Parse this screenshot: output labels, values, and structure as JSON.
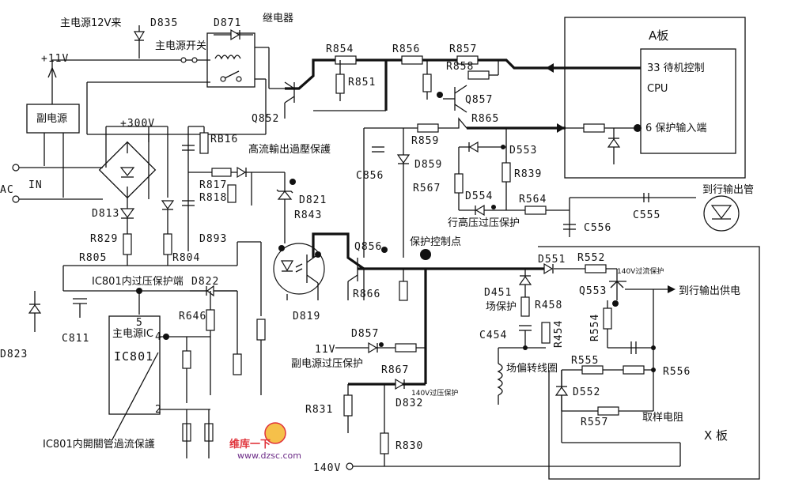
{
  "labels": {
    "main12v": "主电源12V来",
    "d835": "D835",
    "d871": "D871",
    "relay": "继电器",
    "main_switch": "主电源开关",
    "plus11v": "+11V",
    "aux_supply": "副电源",
    "plus300v": "+300V",
    "ac": "AC",
    "in": "IN",
    "r816": "RB16",
    "r817": "R817",
    "r818": "R818",
    "hv_protect": "髙流輸出過壓保護",
    "d821": "D821",
    "r843": "R843",
    "d813": "D813",
    "r829": "R829",
    "r805": "R805",
    "r804": "R804",
    "d893": "D893",
    "ic801_ovp": "IC801内过压保护端",
    "d822": "D822",
    "pin5": "5",
    "main_ic": "主电源IC",
    "pin4": "4",
    "ic801": "IC801",
    "pin2": "2",
    "r646": "R646",
    "c811": "C811",
    "d823": "D823",
    "ic801_ocp": "IC801内開關管過流保護",
    "d819": "D819",
    "r854": "R854",
    "r856": "R856",
    "r857": "R857",
    "r851": "R851",
    "r858": "R858",
    "q852": "Q852",
    "q857": "Q857",
    "r865": "R865",
    "r859": "R859",
    "c856": "C856",
    "d859": "D859",
    "d553": "D553",
    "r839": "R839",
    "r567": "R567",
    "d554": "D554",
    "r564": "R564",
    "line_hv_protect": "行高压过压保护",
    "q856": "Q856",
    "protect_point": "保护控制点",
    "r866": "R866",
    "d857": "D857",
    "eleven_v": "11V",
    "aux_ovp": "副电源过压保护",
    "r867": "R867",
    "d832": "D832",
    "ovp140": "140V过压保护",
    "r831": "R831",
    "r830": "R830",
    "v140": "140V",
    "a_board": "A板",
    "standby_pin": "33 待机控制",
    "cpu": "CPU",
    "protect_in": "6 保护输入端",
    "to_line_tube": "到行输出管",
    "c555": "C555",
    "c556": "C556",
    "d551": "D551",
    "r552": "R552",
    "ocp140": "140V过流保护",
    "q553": "Q553",
    "to_line_supply": "到行输出供电",
    "d451": "D451",
    "field_protect": "场保护",
    "r458": "R458",
    "c454": "C454",
    "r454": "R454",
    "field_coil": "场偏转线圈",
    "r554": "R554",
    "r555": "R555",
    "r556": "R556",
    "d552": "D552",
    "r557": "R557",
    "sample_resistor": "取样电阻",
    "x_board": "X 板"
  },
  "watermark": {
    "brand": "维库一下",
    "url": "www.dzsc.com"
  },
  "colors": {
    "ink": "#111111",
    "watermark_red": "#e0343b",
    "watermark_purple": "#6b2a86"
  }
}
